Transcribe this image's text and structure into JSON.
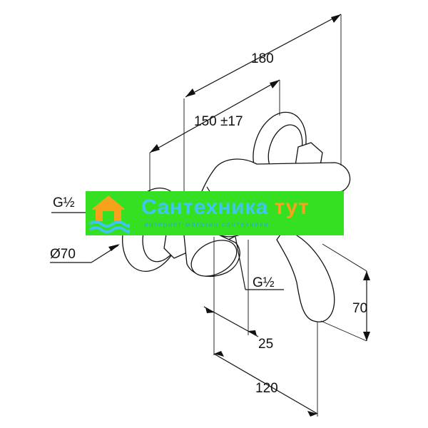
{
  "dimensions": {
    "overall_length": "180",
    "center_distance": "150 ±17",
    "thread_left": "G½",
    "flange_diameter": "Ø70",
    "thread_bottom": "G½",
    "offset_25": "25",
    "depth_120": "120",
    "height_70": "70"
  },
  "watermark": {
    "title_part1": "Сантехника",
    "title_part2": "тут",
    "subtitle": "интернет-магазин сантехники"
  },
  "colors": {
    "watermark_background": "#35e022",
    "watermark_title": "#3fc6f0",
    "watermark_accent": "#f6a21a",
    "line": "#111111"
  }
}
